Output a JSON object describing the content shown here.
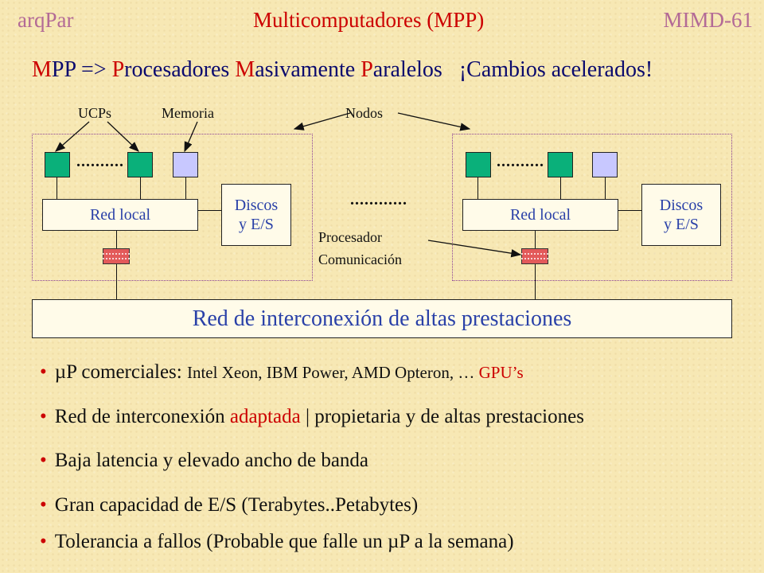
{
  "header": {
    "left": "arqPar",
    "center": "Multicomputadores (MPP)",
    "right": "MIMD-61"
  },
  "subtitle": {
    "m1": "M",
    "t1": "PP => ",
    "m2": "P",
    "t2": "rocesadores ",
    "m3": "M",
    "t3": "asivamente ",
    "m4": "P",
    "t4": "aralelos",
    "tail": "¡Cambios acelerados!"
  },
  "diagram": {
    "label_ucps": "UCPs",
    "label_memoria": "Memoria",
    "label_nodos": "Nodos",
    "dots_cpu": "..........",
    "dots_middle": "............",
    "red_local": "Red local",
    "discos_line1": "Discos",
    "discos_line2": "y E/S",
    "procesador_line1": "Procesador",
    "procesador_line2": "Comunicación",
    "interconnect": "Red de interconexión de altas prestaciones"
  },
  "bullets": {
    "b1_main": "µP comerciales: ",
    "b1_small": "Intel Xeon, IBM Power, AMD Opteron, … ",
    "b1_gpu": "GPU’s",
    "b2_pre": "Red de interconexión ",
    "b2_adaptada": "adaptada",
    "b2_post": " | propietaria y de altas prestaciones",
    "b3": "Baja latencia y elevado ancho de banda",
    "b4": "Gran capacidad de E/S (Terabytes..Petabytes)",
    "b5": "Tolerancia a fallos (Probable que falle un µP a la semana)"
  },
  "colors": {
    "header": "#cc0000",
    "header_side": "#b36a96",
    "subtitle": "#0a0a6e",
    "cpu": "#0ab07a",
    "memory": "#c8c8ff",
    "router": "#e35a5a",
    "box_text": "#2a41a8",
    "node_border": "#8a3f95"
  }
}
